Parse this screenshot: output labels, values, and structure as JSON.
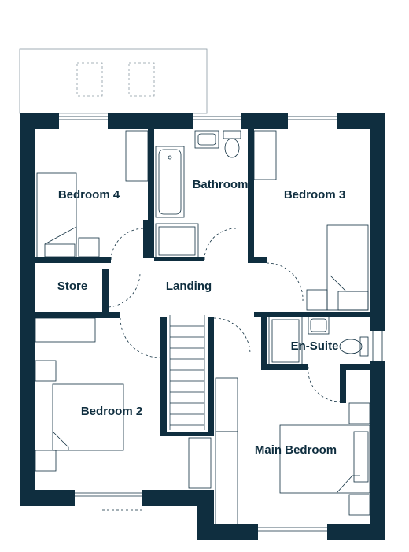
{
  "plan": {
    "colors": {
      "wall": "#0f2e3f",
      "background": "#ffffff",
      "roof": "#8a9aa3"
    },
    "rooms": [
      {
        "id": "bedroom-4",
        "label": "Bedroom 4"
      },
      {
        "id": "bathroom",
        "label": "Bathroom"
      },
      {
        "id": "bedroom-3",
        "label": "Bedroom 3"
      },
      {
        "id": "store",
        "label": "Store"
      },
      {
        "id": "landing",
        "label": "Landing"
      },
      {
        "id": "en-suite",
        "label": "En-Suite"
      },
      {
        "id": "bedroom-2",
        "label": "Bedroom 2"
      },
      {
        "id": "main-bedroom",
        "label": "Main Bedroom"
      }
    ]
  }
}
